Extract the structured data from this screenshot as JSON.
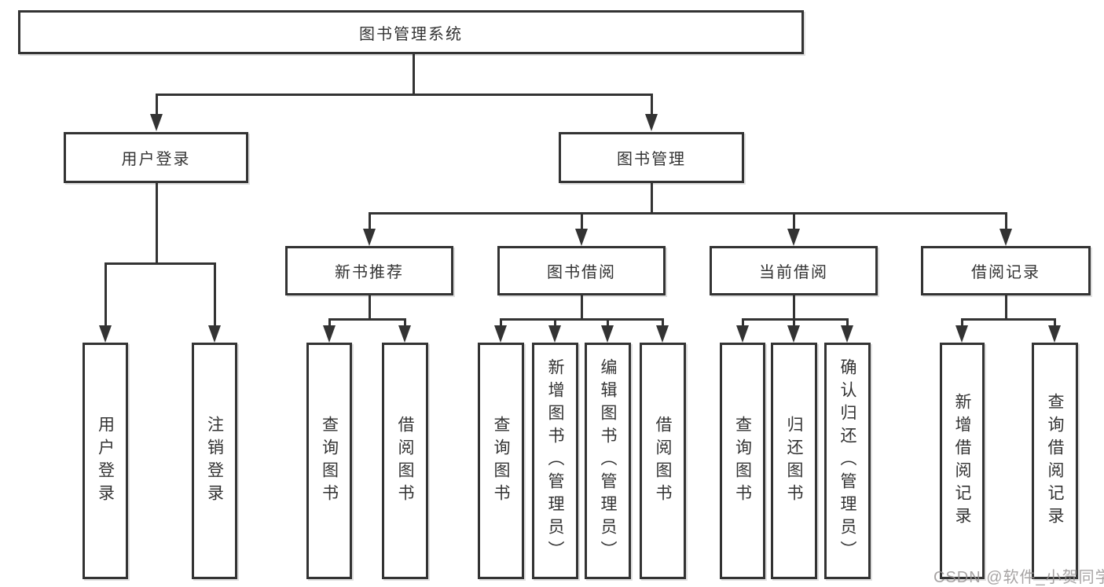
{
  "colors": {
    "line": "#333333",
    "text": "#333333",
    "background": "#ffffff",
    "watermark": "#989494"
  },
  "tree": {
    "root": {
      "label": "图书管理系统"
    },
    "login": {
      "label": "用户登录",
      "children": [
        {
          "label": "用户登录"
        },
        {
          "label": "注销登录"
        }
      ]
    },
    "management": {
      "label": "图书管理",
      "sections": [
        {
          "label": "新书推荐",
          "children": [
            {
              "label": "查询图书"
            },
            {
              "label": "借阅图书"
            }
          ]
        },
        {
          "label": "图书借阅",
          "children": [
            {
              "label": "查询图书"
            },
            {
              "label": "新增图书（管理员）"
            },
            {
              "label": "编辑图书（管理员）"
            },
            {
              "label": "借阅图书"
            }
          ]
        },
        {
          "label": "当前借阅",
          "children": [
            {
              "label": "查询图书"
            },
            {
              "label": "归还图书"
            },
            {
              "label": "确认归还（管理员）"
            }
          ]
        },
        {
          "label": "借阅记录",
          "children": [
            {
              "label": "新增借阅记录"
            },
            {
              "label": "查询借阅记录"
            }
          ]
        }
      ]
    }
  },
  "watermark": {
    "text": "CSDN @软件_小贺同学"
  }
}
